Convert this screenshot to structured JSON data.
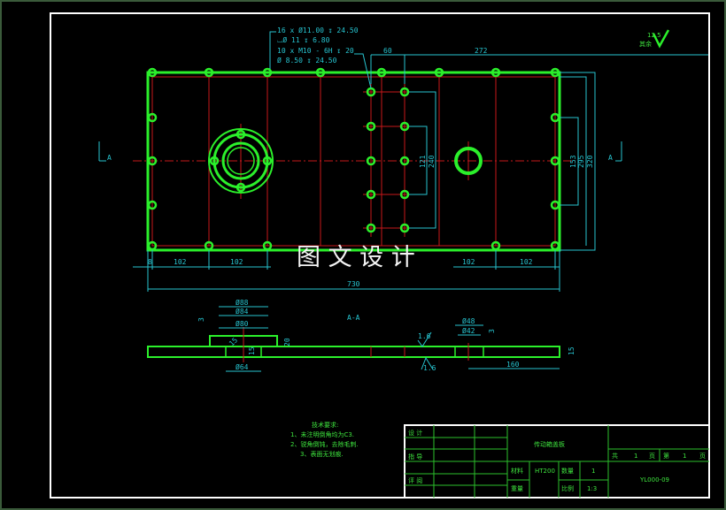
{
  "plan_view": {
    "callout": [
      "16 x Ø11.00 ↧ 24.50",
      "⌴Ø 11 ↧ 6.80",
      "10 x  M10 - 6H ↧ 20",
      "Ø 8.50 ↧ 24.50"
    ],
    "dims_top": [
      "60",
      "272"
    ],
    "dims_right": [
      "153",
      "295",
      "320"
    ],
    "dims_inner": [
      "121",
      "240"
    ],
    "dims_bottom": [
      "8",
      "102",
      "102",
      "102",
      "102"
    ],
    "overall_length": "730",
    "section_mark": "A"
  },
  "watermark": "图 文 设 计",
  "roughness": {
    "symbol_label": "其余",
    "value": "12.5"
  },
  "section_view": {
    "title": "A-A",
    "dims": [
      "Ø88",
      "Ø84",
      "Ø80",
      "Ø64",
      "3",
      "15",
      "20",
      "15",
      "Ø48",
      "Ø42",
      "3",
      "160",
      "15"
    ],
    "roughness": [
      "1.6",
      "1.6"
    ]
  },
  "tech_requirements": {
    "title": "技术要求:",
    "items": [
      "1、未注明倒角均为C3.",
      "2、锐角倒钝，去除毛刺.",
      "3、表面无划痕."
    ]
  },
  "title_block": {
    "designer_label": "设 计",
    "guide_label": "指 导",
    "review_label": "评 阅",
    "part_name": "传动箱盖板",
    "material_label": "材料",
    "material": "HT200",
    "qty_label": "数量",
    "qty": "1",
    "weight_label": "重量",
    "scale_label": "比例",
    "scale": "1:3",
    "total_label": "共",
    "total": "1",
    "page_unit": "页",
    "sheet_label": "第",
    "sheet": "1",
    "drawing_no": "YL000-09"
  },
  "colors": {
    "outline": "#2bf02b",
    "dimension": "#27c4d0",
    "centerline": "#c8171a",
    "frame": "#ffffff"
  }
}
